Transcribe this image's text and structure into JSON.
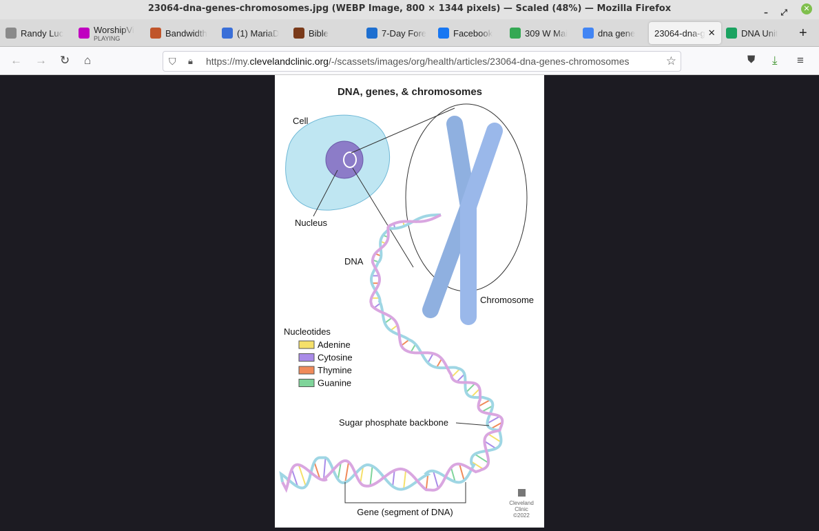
{
  "window": {
    "title": "23064-dna-genes-chromosomes.jpg (WEBP Image, 800 × 1344 pixels) — Scaled (48%) — Mozilla Firefox"
  },
  "tabs": [
    {
      "label": "Randy Luc",
      "color": "#8a8a8a"
    },
    {
      "label": "WorshipVi",
      "sublabel": "PLAYING",
      "color": "#c000c0"
    },
    {
      "label": "Bandwidth",
      "color": "#c0552a"
    },
    {
      "label": "(1) MariaD",
      "color": "#3a6fd8"
    },
    {
      "label": "Bible",
      "color": "#7a3a1a"
    },
    {
      "label": "7-Day Fore",
      "color": "#1e6fd0"
    },
    {
      "label": "Facebook",
      "color": "#1877f2"
    },
    {
      "label": "309 W Mai",
      "color": "#34a853"
    },
    {
      "label": "dna gene",
      "color": "#4285f4"
    },
    {
      "label": "23064-dna-g",
      "color": "#fff",
      "active": true
    },
    {
      "label": "DNA Unit",
      "color": "#1aa260"
    }
  ],
  "navbar": {
    "url_prefix": "https://my.",
    "url_domain": "clevelandclinic.org",
    "url_path": "/-/scassets/images/org/health/articles/23064-dna-genes-chromosomes"
  },
  "figure": {
    "title": "DNA, genes, & chromosomes",
    "labels": {
      "cell": "Cell",
      "nucleus": "Nucleus",
      "dna": "DNA",
      "chromosome": "Chromosome",
      "backbone": "Sugar phosphate backbone",
      "gene": "Gene (segment of DNA)"
    },
    "legend_title": "Nucleotides",
    "legend": [
      {
        "label": "Adenine",
        "color": "#f5e06a"
      },
      {
        "label": "Cytosine",
        "color": "#a98be8"
      },
      {
        "label": "Thymine",
        "color": "#f08a5a"
      },
      {
        "label": "Guanine",
        "color": "#7fd49a"
      }
    ],
    "logo": {
      "line1": "Cleveland",
      "line2": "Clinic",
      "year": "©2022"
    }
  }
}
